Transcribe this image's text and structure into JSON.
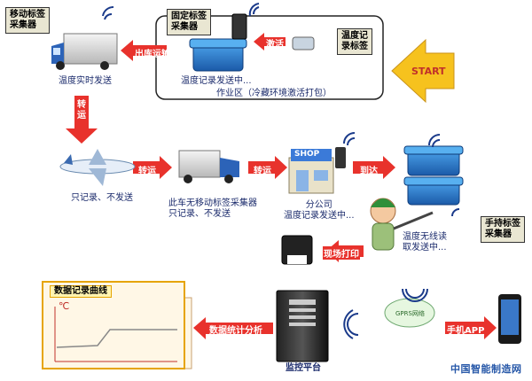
{
  "labels": {
    "mobile_collector": "移动标签\n采集器",
    "fixed_collector": "固定标签\n采集器",
    "temp_tag": "温度记\n录标签",
    "realtime_send": "温度实时发送",
    "record_sending": "温度记录发送中...",
    "work_zone": "作业区（冷藏环境激活打包）",
    "record_only_1": "只记录、不发送",
    "record_only_2": "此车无移动标签采集器\n只记录、不发送",
    "branch": "分公司\n温度记录发送中...",
    "handheld": "手持标签\n采集器",
    "wireless_read": "温度无线读\n取发送中...",
    "chart_title": "数据记录曲线",
    "chart_unit": "℃",
    "monitor": "监控平台",
    "gprs": "GPRS网络",
    "shop": "SHOP"
  },
  "arrows": {
    "outbound": "出库运输",
    "activate": "激活",
    "transfer_down": "转\n运",
    "transfer_1": "转运",
    "transfer_2": "转运",
    "arrive": "到达",
    "print": "现场打印",
    "stats": "数据统计分析",
    "app": "手机APP",
    "start": "START"
  },
  "watermark": "中国智能制造网",
  "colors": {
    "arrow_red": "#e8322c",
    "start_yellow": "#f6c21e",
    "label_blue": "#1a2a6b",
    "chart_red": "#c0302a"
  }
}
